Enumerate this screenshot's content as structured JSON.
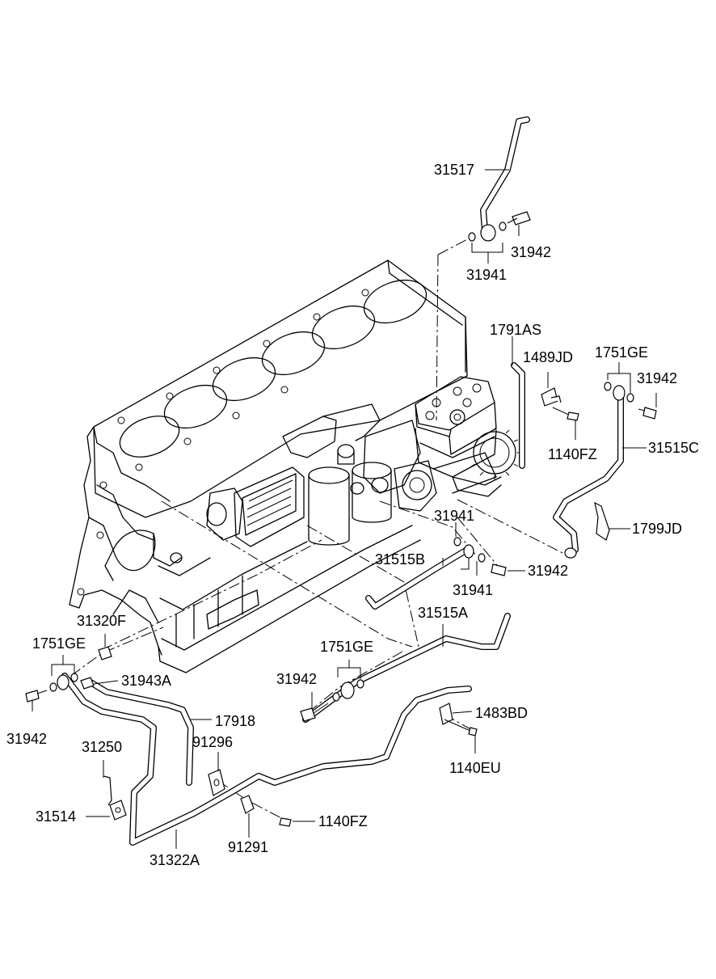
{
  "labels": {
    "l31517": "31517",
    "l31942_top": "31942",
    "l31941_top": "31941",
    "l1791AS": "1791AS",
    "l1489JD": "1489JD",
    "l1751GE_right": "1751GE",
    "l31942_right": "31942",
    "l1140FZ_right": "1140FZ",
    "l31515C": "31515C",
    "l1799JD": "1799JD",
    "l31941_mid": "31941",
    "l31515B": "31515B",
    "l31941_mid2": "31941",
    "l31942_mid": "31942",
    "l31515A": "31515A",
    "l31320F": "31320F",
    "l1751GE_left": "1751GE",
    "l31943A": "31943A",
    "l1751GE_center": "1751GE",
    "l31942_center": "31942",
    "l17918": "17918",
    "l1483BD": "1483BD",
    "l91296": "91296",
    "l31942_left": "31942",
    "l31250": "31250",
    "l1140EU": "1140EU",
    "l31514": "31514",
    "l1140FZ_bottom": "1140FZ",
    "l91291": "91291",
    "l31322A": "31322A"
  }
}
